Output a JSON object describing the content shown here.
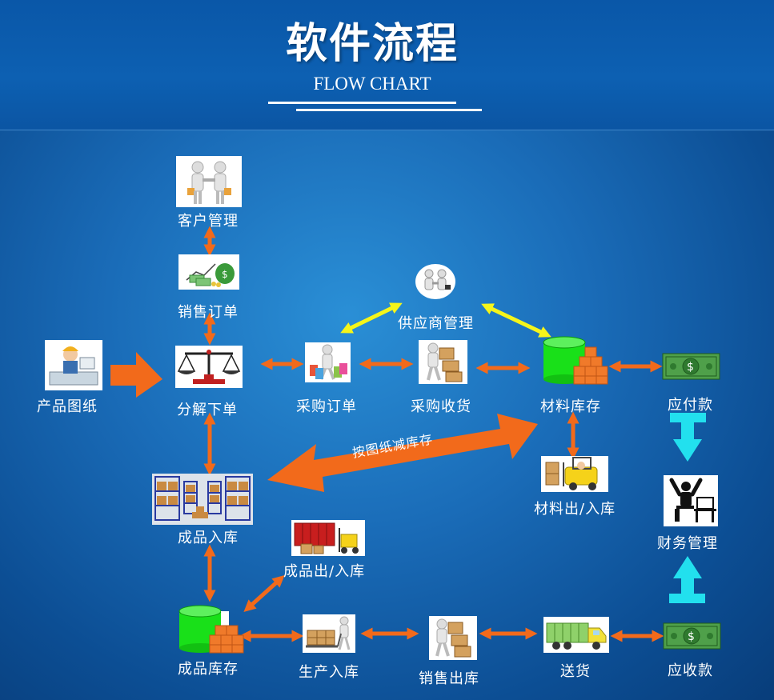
{
  "header": {
    "title": "软件流程",
    "subtitle": "FLOW CHART"
  },
  "nodes": {
    "customer_mgmt": "客户管理",
    "sales_order": "销售订单",
    "product_drawing": "产品图纸",
    "decompose_order": "分解下单",
    "purchase_order": "采购订单",
    "purchase_receive": "采购收货",
    "supplier_mgmt": "供应商管理",
    "material_inventory": "材料库存",
    "payable": "应付款",
    "material_inout": "材料出/入库",
    "finance_mgmt": "财务管理",
    "finished_in": "成品入库",
    "finished_inout": "成品出/入库",
    "finished_inventory": "成品库存",
    "production_in": "生产入库",
    "sales_out": "销售出库",
    "delivery": "送货",
    "receivable": "应收款"
  },
  "big_arrow_label": "按图纸减库存",
  "colors": {
    "arrow_orange": "#f26a1b",
    "arrow_yellow": "#f5f51a",
    "arrow_cyan": "#22e0ee",
    "label_white": "#ffffff"
  }
}
